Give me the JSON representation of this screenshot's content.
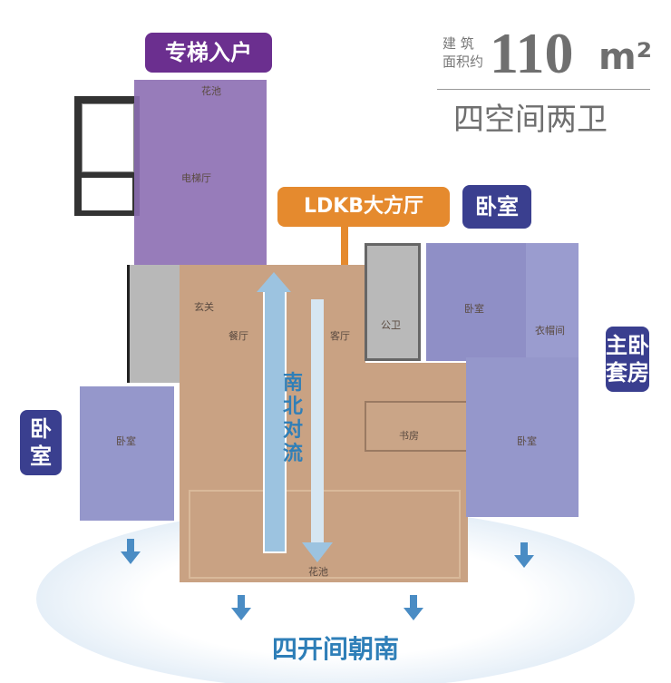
{
  "header": {
    "area_label_line1": "建 筑",
    "area_label_line2": "面积约",
    "area_value": "110",
    "area_unit": "m²",
    "subtitle": "四空间两卫"
  },
  "callouts": {
    "private_elevator": "专梯入户",
    "ldkb": "LDKB大方厅",
    "bedroom_top": "卧室",
    "master_suite": "主卧套房",
    "bedroom_left": "卧室",
    "ventilation": "南北对流",
    "south_facing": "四开间朝南"
  },
  "rooms": {
    "planter_top": "花池",
    "elevator_hall": "电梯厅",
    "foyer": "玄关",
    "dining": "餐厅",
    "living": "客厅",
    "public_bath": "公卫",
    "bedroom_north": "卧室",
    "walk_in_closet": "衣帽间",
    "study": "书房",
    "master_bedroom": "卧室",
    "bedroom_west": "卧室",
    "planter_bottom": "花池"
  },
  "colors": {
    "purple": "#6b2f8f",
    "orange": "#e58a2e",
    "navy": "#3a3f8f",
    "blue_text": "#2f7fb8",
    "wood": "#c9a283"
  }
}
